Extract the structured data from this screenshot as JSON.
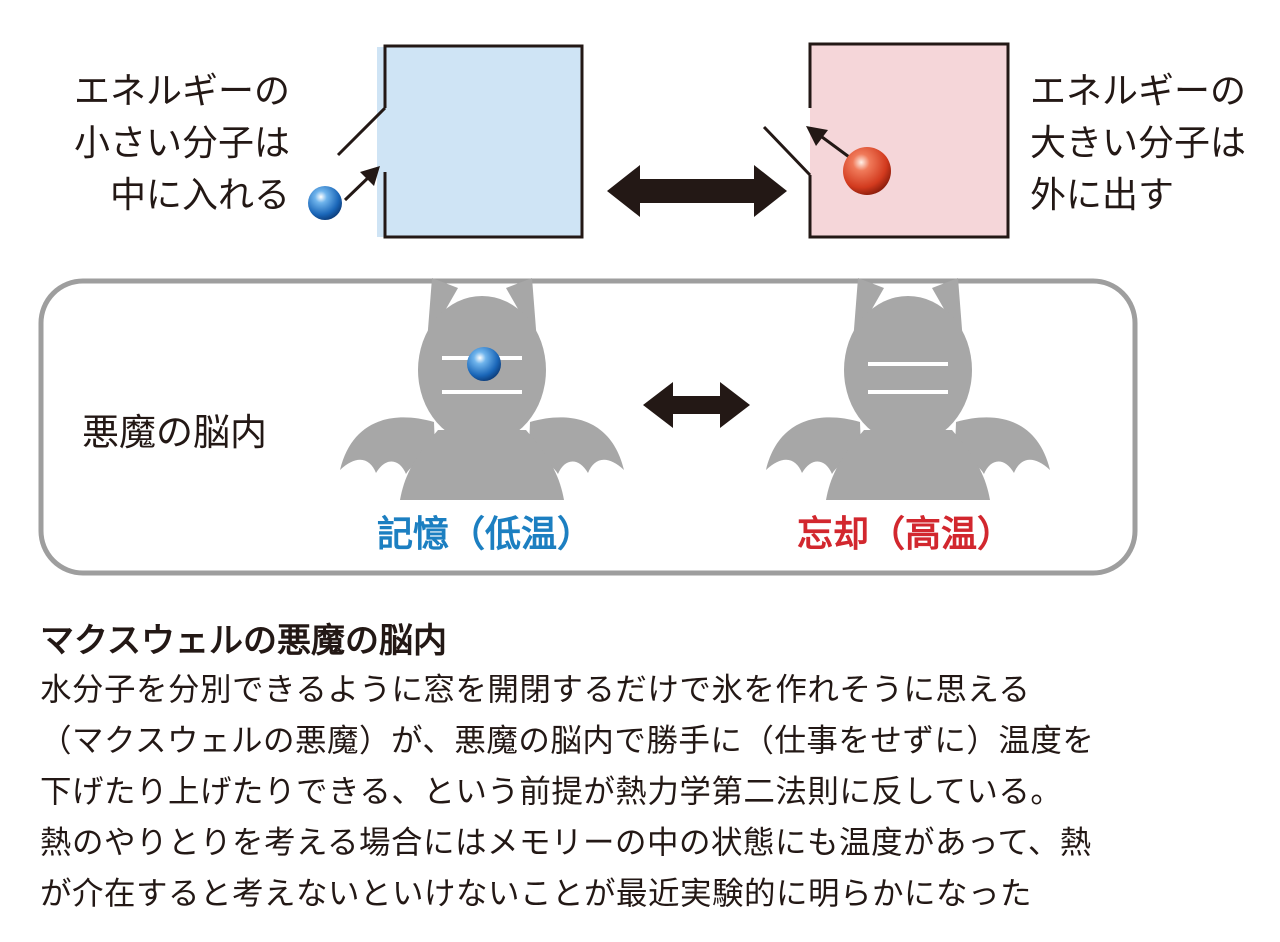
{
  "top": {
    "left_label": [
      "エネルギーの",
      "小さい分子は",
      "中に入れる"
    ],
    "right_label": [
      "エネルギーの",
      "大きい分子は",
      "外に出す"
    ]
  },
  "brain": {
    "label": "悪魔の脳内",
    "memory_label": "記憶（低温）",
    "forget_label": "忘却（高温）"
  },
  "caption": {
    "title": "マクスウェルの悪魔の脳内",
    "lines": [
      "水分子を分別できるように窓を開閉するだけで氷を作れそうに思える",
      "（マクスウェルの悪魔）が、悪魔の脳内で勝手に（仕事をせずに）温度を",
      "下げたり上げたりできる、という前提が熱力学第二法則に反している。",
      "熱のやりとりを考える場合にはメモリーの中の状態にも温度があって、熱",
      "が介在すると考えないといけないことが最近実験的に明らかになった"
    ]
  },
  "colors": {
    "cold_box": "#cfe4f5",
    "hot_box": "#f5d6d9",
    "memory_text": "#1c7fc1",
    "forget_text": "#d2272e",
    "demon": "#a7a7a7",
    "frame": "#9e9e9e",
    "arrow": "#231815"
  }
}
